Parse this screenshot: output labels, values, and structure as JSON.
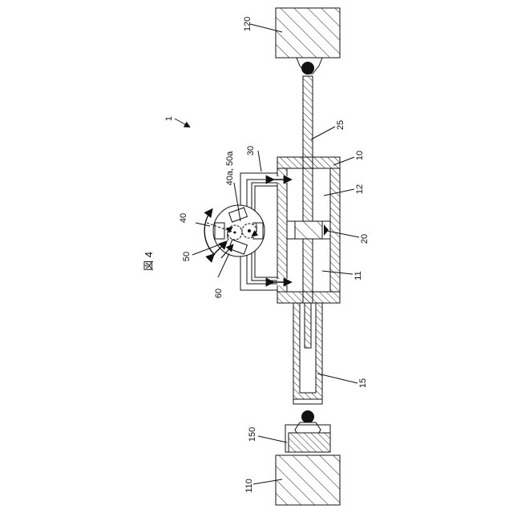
{
  "figure": {
    "title": "図 4",
    "labels": {
      "system": "1",
      "base": "110",
      "top_mount": "120",
      "load_cell": "150",
      "cylinder": "10",
      "chamber_upper": "12",
      "chamber_lower": "11",
      "piston": "20",
      "rod": "25",
      "rod_housing": "15",
      "piping": "30",
      "pump_unit": "40",
      "gear_teeth": "40a, 50a",
      "motor": "50",
      "rotary_part": "60"
    }
  }
}
